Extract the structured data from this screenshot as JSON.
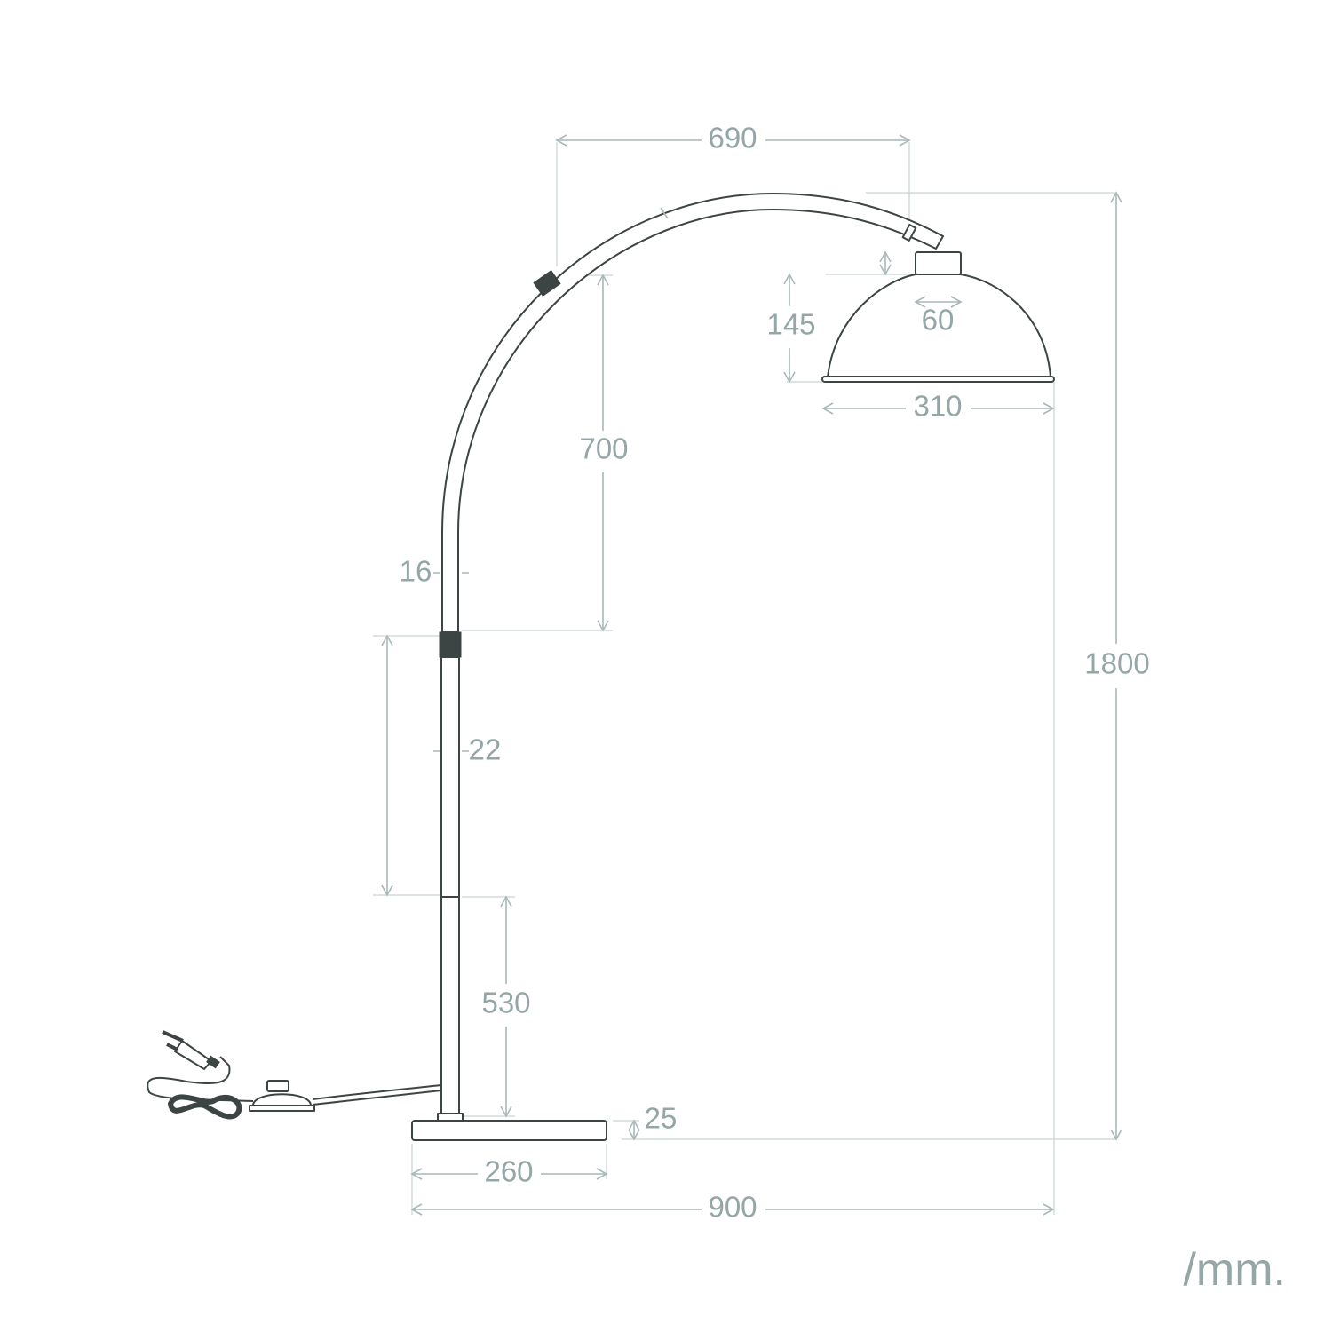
{
  "dimensions": {
    "arc_reach": "690",
    "total_height": "1800",
    "arc_height": "700",
    "shade_height": "145",
    "cap_width": "60",
    "shade_diameter": "310",
    "arc_tube_diameter": "16",
    "pole_diameter": "22",
    "lower_pole_height": "530",
    "base_height": "25",
    "base_width": "260",
    "total_width": "900"
  },
  "unit": "/mm.",
  "colors": {
    "dimension": "#95a6a6",
    "object": "#3d4444"
  }
}
